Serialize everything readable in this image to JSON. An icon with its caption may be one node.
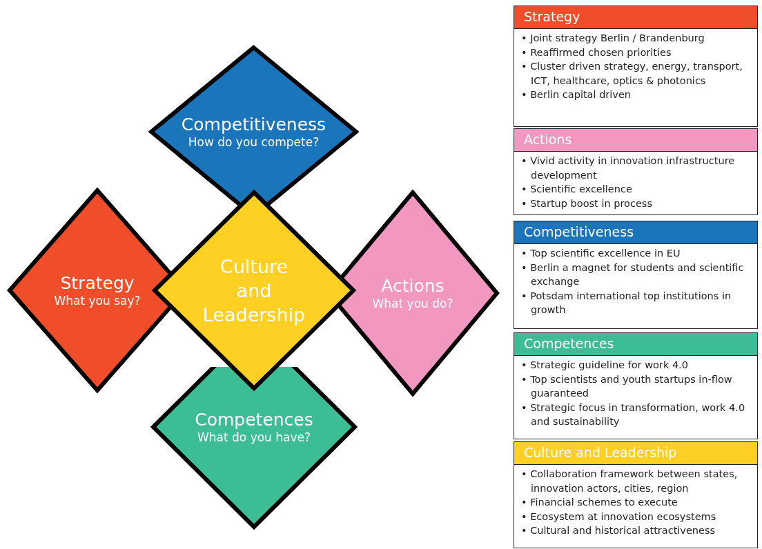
{
  "diagram": {
    "nodes": [
      {
        "text": [
          "Competitiveness",
          "How do you compete?"
        ]
      },
      {
        "text": [
          "Strategy",
          "What you say?"
        ]
      },
      {
        "text": [
          "Actions",
          "What you do?"
        ]
      },
      {
        "text": [
          "Competences",
          "What do you have?"
        ]
      },
      {
        "text": [
          "Culture and Leadership"
        ]
      },
      {
        "text": [
          "Strategy",
          "• Joint strategy Berlin / Brandenburg",
          "• Reaffirmed chosen priorities",
          "• Cluster driven strategy, energy, transport, ICT, healthcare, optics & photonics",
          "• Berlin capital driven"
        ]
      },
      {
        "text": [
          "Actions",
          "• Vivid activity in innovation infrastructure development",
          "• Scientific excellence",
          "• Startup boost in process"
        ]
      },
      {
        "text": [
          "Competitiveness",
          "• Top scientific excellence in EU",
          "• Berlin a magnet for students and scientific exchange",
          "• Potsdam international top institutions in growth"
        ]
      },
      {
        "text": [
          "Competences",
          "• Strategic guideline for work 4.0",
          "• Top scientists and youth startups in-flow guaranteed",
          "• Strategic focus in transformation, work 4.0 and sustainability"
        ]
      },
      {
        "text": [
          "Culture and Leadership",
          "• Collaboration framework between states, innovation actors, cities, region",
          "• Financial schemes to execute",
          "• Ecosystem at innovation ecosystems",
          "• Cultural and historical attractiveness"
        ]
      }
    ],
    "edges": []
  }
}
